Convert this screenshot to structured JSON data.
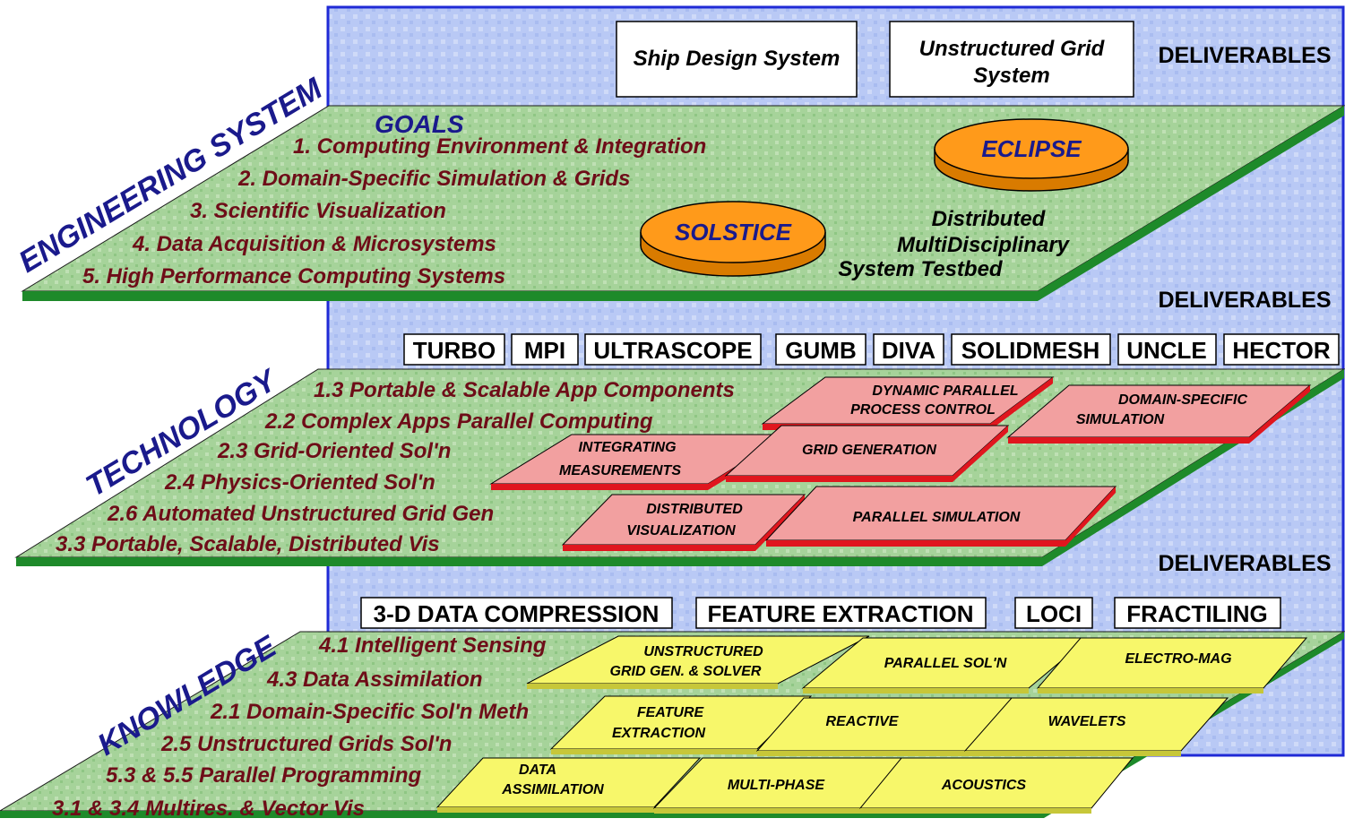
{
  "layers": {
    "engineering": "ENGINEERING SYSTEM",
    "technology": "TECHNOLOGY",
    "knowledge": "KNOWLEDGE"
  },
  "deliverables_label": "DELIVERABLES",
  "engineering": {
    "systems": [
      "Ship Design System",
      "Unstructured Grid",
      "System"
    ],
    "goals_title": "GOALS",
    "goals": [
      "1. Computing Environment & Integration",
      "2. Domain-Specific Simulation & Grids",
      "3. Scientific Visualization",
      "4. Data Acquisition & Microsystems",
      "5. High Performance Computing Systems"
    ],
    "disks": [
      "ECLIPSE",
      "SOLSTICE"
    ],
    "testbed": [
      "Distributed",
      "MultiDisciplinary",
      "System Testbed"
    ]
  },
  "technology": {
    "deliverables": [
      "TURBO",
      "MPI",
      "ULTRASCOPE",
      "GUMB",
      "DIVA",
      "SOLIDMESH",
      "UNCLE",
      "HECTOR"
    ],
    "items": [
      "1.3 Portable & Scalable App Components",
      "2.2 Complex Apps Parallel Computing",
      "2.3 Grid-Oriented Sol'n",
      "2.4 Physics-Oriented Sol'n",
      "2.6 Automated Unstructured Grid Gen",
      "3.3 Portable, Scalable, Distributed Vis"
    ],
    "tiles": {
      "dpc": [
        "DYNAMIC PARALLEL",
        "PROCESS CONTROL"
      ],
      "dss": [
        "DOMAIN-SPECIFIC",
        "SIMULATION"
      ],
      "im": [
        "INTEGRATING",
        "MEASUREMENTS"
      ],
      "gg": [
        "GRID GENERATION"
      ],
      "dv": [
        "DISTRIBUTED",
        "VISUALIZATION"
      ],
      "ps": [
        "PARALLEL SIMULATION"
      ]
    }
  },
  "knowledge": {
    "deliverables": [
      "3-D DATA COMPRESSION",
      "FEATURE EXTRACTION",
      "LOCI",
      "FRACTILING"
    ],
    "items": [
      "4.1 Intelligent Sensing",
      "4.3 Data Assimilation",
      "2.1 Domain-Specific Sol'n Meth",
      "2.5 Unstructured Grids Sol'n",
      "5.3 & 5.5 Parallel Programming",
      "3.1 & 3.4 Multires. & Vector Vis"
    ],
    "tiles": {
      "ugs": [
        "UNSTRUCTURED",
        "GRID GEN. & SOLVER"
      ],
      "psn": [
        "PARALLEL SOL'N"
      ],
      "em": [
        "ELECTRO-MAG"
      ],
      "fe": [
        "FEATURE",
        "EXTRACTION"
      ],
      "re": [
        "REACTIVE"
      ],
      "wv": [
        "WAVELETS"
      ],
      "da": [
        "DATA",
        "ASSIMILATION"
      ],
      "mp": [
        "MULTI-PHASE"
      ],
      "ac": [
        "ACOUSTICS"
      ]
    }
  },
  "colors": {
    "backplane": "#b9c9f5",
    "backplane_border": "#1f2ad6",
    "plane": "#a6d39a",
    "plane_edge": "#1e8a2a",
    "red_tile": "#f2a0a0",
    "red_edge": "#e0161e",
    "yellow_tile": "#f7f76a",
    "disk": "#ff9a1a",
    "item_text": "#6e0d18",
    "layer_text": "#1a1a8c"
  }
}
